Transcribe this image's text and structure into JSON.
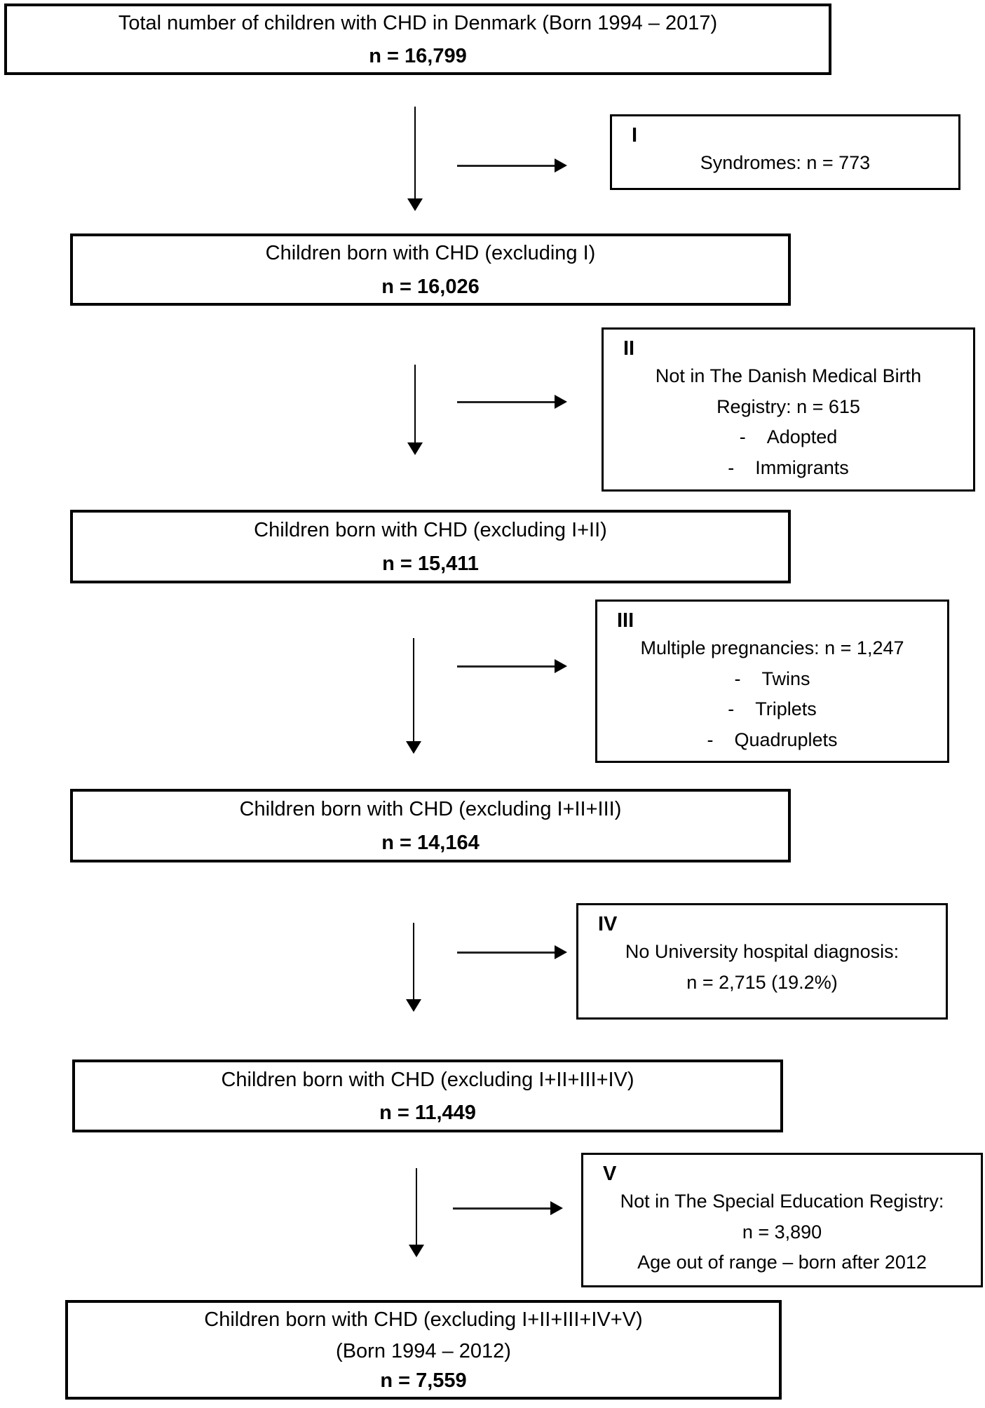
{
  "flow": {
    "colors": {
      "background": "#ffffff",
      "border": "#000000",
      "text": "#000000"
    },
    "main_boxes": [
      {
        "title": "Total number of children with CHD in Denmark (Born 1994 – 2017)",
        "count": "n = 16,799"
      },
      {
        "title": "Children born with CHD (excluding I)",
        "count": "n = 16,026"
      },
      {
        "title": "Children born with CHD (excluding I+II)",
        "count": "n = 15,411"
      },
      {
        "title": "Children born with CHD (excluding I+II+III)",
        "count": "n = 14,164"
      },
      {
        "title": "Children born with CHD (excluding I+II+III+IV)",
        "count": "n = 11,449"
      },
      {
        "title": "Children born with CHD (excluding I+II+III+IV+V)",
        "subtitle": "(Born 1994 – 2012)",
        "count": "n = 7,559"
      }
    ],
    "exclusion_boxes": [
      {
        "numeral": "I",
        "lines": [
          "Syndromes: n = 773"
        ]
      },
      {
        "numeral": "II",
        "lines": [
          "Not in The Danish Medical Birth",
          "Registry: n = 615",
          "-    Adopted",
          "-    Immigrants"
        ]
      },
      {
        "numeral": "III",
        "lines": [
          "Multiple pregnancies: n = 1,247",
          "-    Twins",
          "-    Triplets",
          "-    Quadruplets"
        ]
      },
      {
        "numeral": "IV",
        "lines": [
          "No University hospital diagnosis:",
          "n = 2,715 (19.2%)"
        ]
      },
      {
        "numeral": "V",
        "lines": [
          "Not in The Special Education Registry:",
          "n = 3,890",
          "Age out of range – born after 2012"
        ]
      }
    ]
  }
}
